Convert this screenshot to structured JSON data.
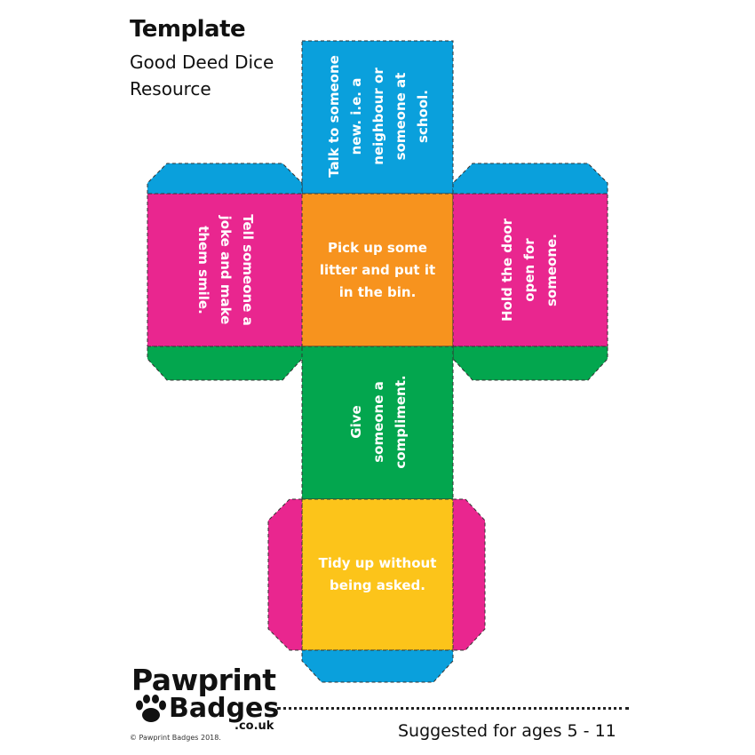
{
  "header": {
    "title": "Template",
    "subtitle_line1": "Good Deed Dice",
    "subtitle_line2": "Resource"
  },
  "faces": {
    "top": "Talk to someone new. i.e. a neighbour or someone at school.",
    "left": "Tell someone a joke and make them smile.",
    "center": "Pick up some litter and put it in the bin.",
    "right": "Hold the door open for someone.",
    "middle_lower": "Give someone a compliment.",
    "bottom": "Tidy up without being asked."
  },
  "colors": {
    "blue": "#0aa0dc",
    "pink": "#e9268f",
    "orange": "#f7931e",
    "green": "#03a64e",
    "yellow": "#fcc41a"
  },
  "footer": {
    "logo_word1": "Pawprint",
    "logo_word2": "Badges",
    "logo_domain": ".co.uk",
    "logo_icon": "paw-print-icon",
    "ages_text": "Suggested for ages 5 - 11",
    "copyright": "© Pawprint Badges 2018."
  }
}
